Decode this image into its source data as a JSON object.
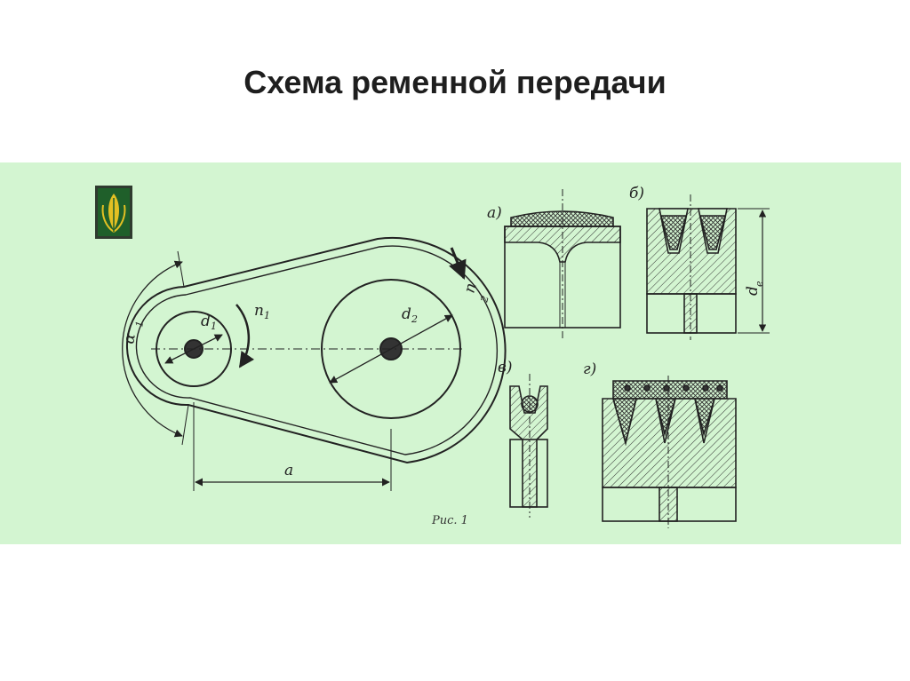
{
  "slide": {
    "title": "Схема ременной передачи"
  },
  "figure": {
    "labels": {
      "alpha": "α",
      "alpha_sub": "1",
      "d1": "d",
      "d1_sub": "1",
      "d2": "d",
      "d2_sub": "2",
      "n1": "n",
      "n1_sub": "1",
      "n2": "n",
      "n2_sub": "2",
      "a": "a",
      "de": "d",
      "de_sub": "e"
    },
    "variants": {
      "a": "а)",
      "b": "б)",
      "v": "в)",
      "g": "г)"
    },
    "caption": "Рис. 1"
  },
  "colors": {
    "panel": "#d3f5d1",
    "line": "#222222",
    "logo_bg": "#2f3a2f",
    "logo_green": "#2e8b3a",
    "logo_gold": "#e3c023"
  },
  "icons": {
    "logo": "wheat-emblem-icon"
  }
}
